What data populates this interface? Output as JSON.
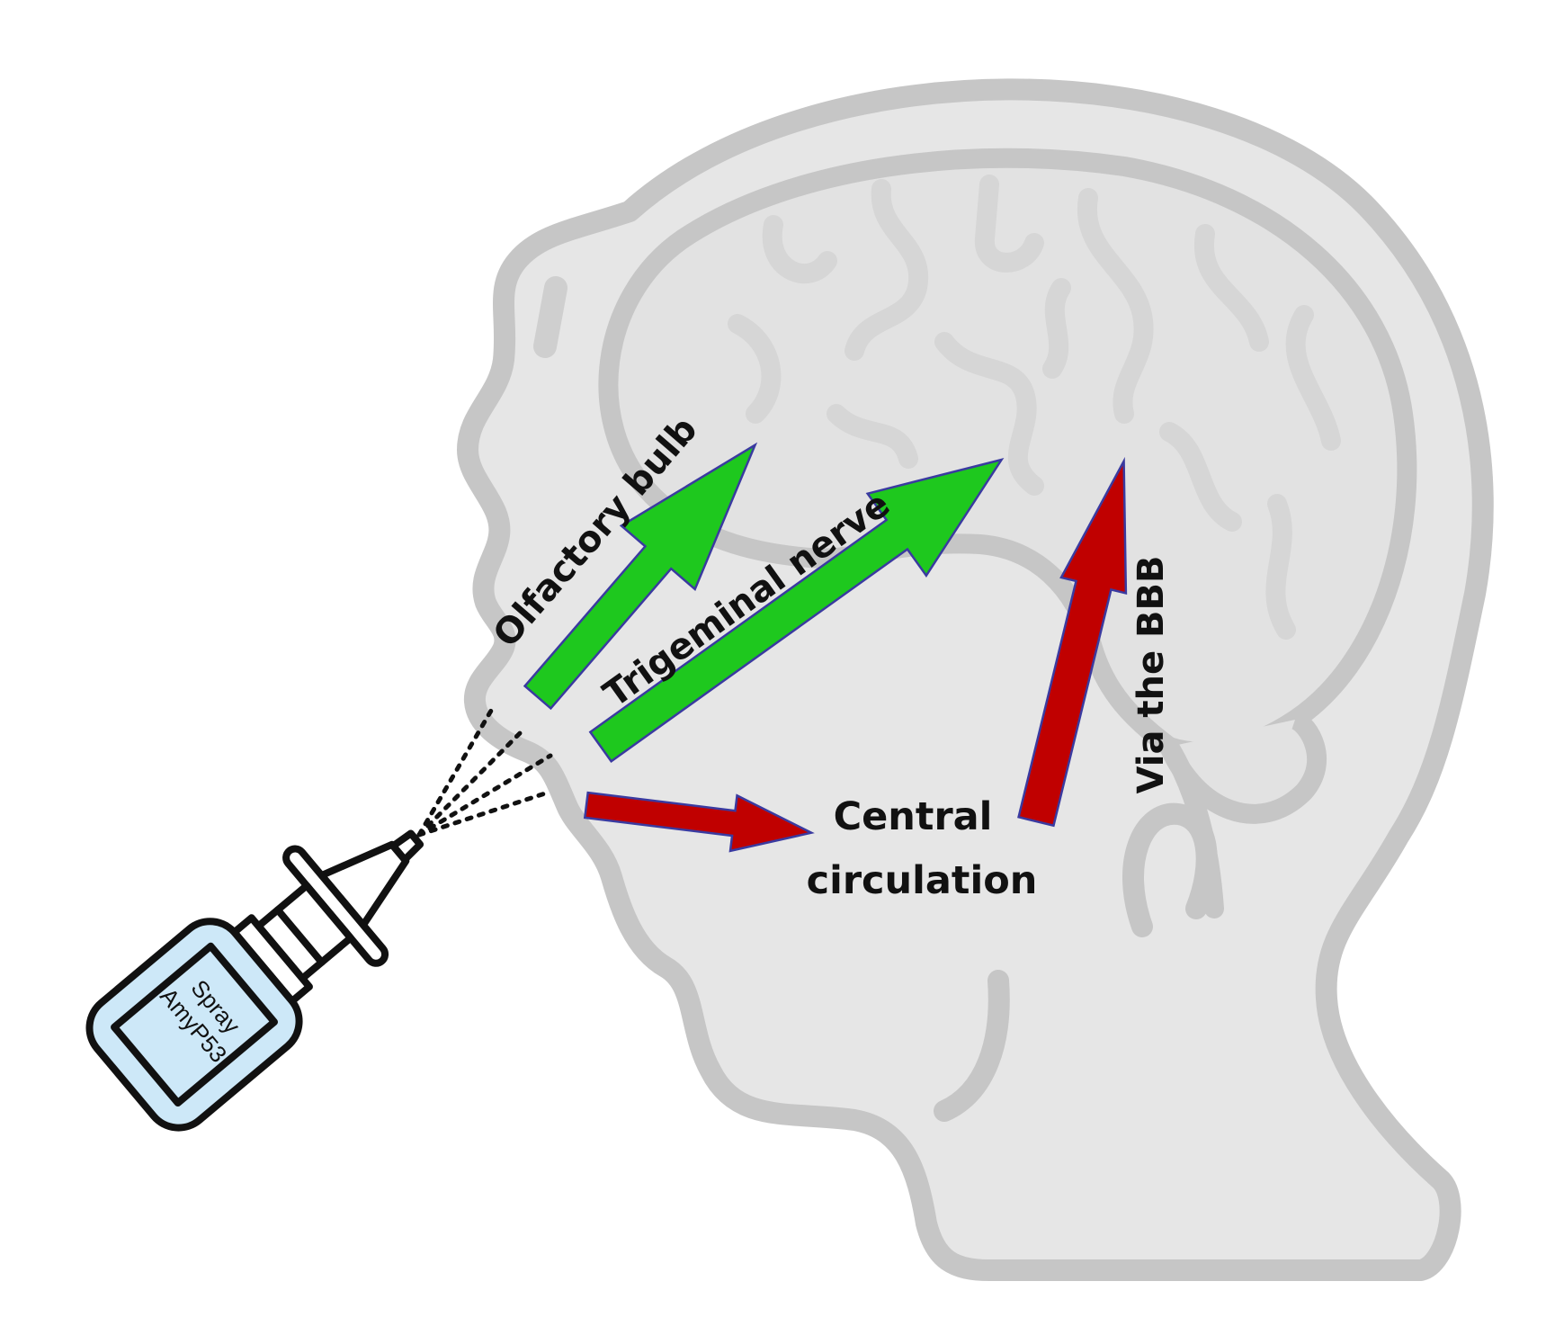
{
  "diagram": {
    "labels": {
      "olfactory": "Olfactory bulb",
      "trigeminal": "Trigeminal nerve",
      "central_line1": "Central",
      "central_line2": "circulation",
      "bbb": "Via the BBB"
    },
    "bottle": {
      "label_line1": "AmyP53",
      "label_line2": "Spray"
    },
    "colors": {
      "direct_pathway": "#1ec81e",
      "systemic_pathway": "#c00000",
      "arrow_outline": "#3a3aa0",
      "head_fill": "#e6e6e6",
      "head_outline": "#c6c6c6",
      "brain_pattern": "#dadada",
      "bottle_fill": "#cde8f8",
      "ink": "#111111"
    },
    "icons": {
      "spray_bottle": "nasal-spray-bottle-icon",
      "head": "head-profile-icon",
      "brain": "brain-icon"
    }
  }
}
